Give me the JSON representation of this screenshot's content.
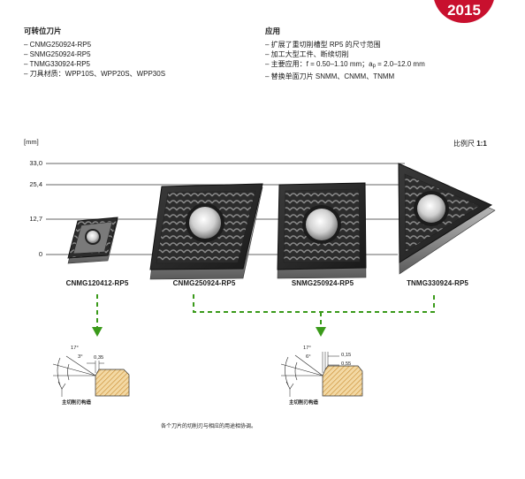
{
  "badge": {
    "year": "2015"
  },
  "left_column": {
    "title": "可转位刀片",
    "items": [
      "CNMG250924-RP5",
      "SNMG250924-RP5",
      "TNMG330924-RP5",
      "刀具材质：WPP10S、WPP20S、WPP30S"
    ]
  },
  "right_column": {
    "title": "应用",
    "items": [
      "扩展了重切削槽型 RP5 的尺寸范围",
      "加工大型工件、断续切削"
    ],
    "application_prefix": "主要应用：f = 0.50–1.10 mm；a",
    "application_sub": "p",
    "application_suffix": " = 2.0–12.0 mm",
    "last_item": "替换单面刀片 SNMM、CNMM、TNMM"
  },
  "chart": {
    "unit_label": "[mm]",
    "scale_label": "比例尺",
    "scale_value": "1:1",
    "ticks": [
      "33,0",
      "25,4",
      "12,7",
      "0"
    ]
  },
  "inserts": [
    {
      "label": "CNMG120412-RP5"
    },
    {
      "label": "CNMG250924-RP5"
    },
    {
      "label": "SNMG250924-RP5"
    },
    {
      "label": "TNMG330924-RP5"
    }
  ],
  "detail_left": {
    "angle_outer": "17°",
    "angle_inner": "3°",
    "land_width": "0,35",
    "chip_label": "主切削刃构造"
  },
  "detail_right": {
    "angle_outer": "17°",
    "angle_inner": "6°",
    "land_width_1": "0,15",
    "land_width_2": "0,55",
    "chip_label": "主切削刃构造"
  },
  "footnote": "各个刀片的切削刃与相应的用途相协调。",
  "colors": {
    "badge_red": "#c8102e",
    "arrow_green": "#3a9a1a",
    "insert_dark": "#2a2a2a",
    "insert_steel": "#9a9a9a",
    "hatch_orange": "#d9a144"
  }
}
